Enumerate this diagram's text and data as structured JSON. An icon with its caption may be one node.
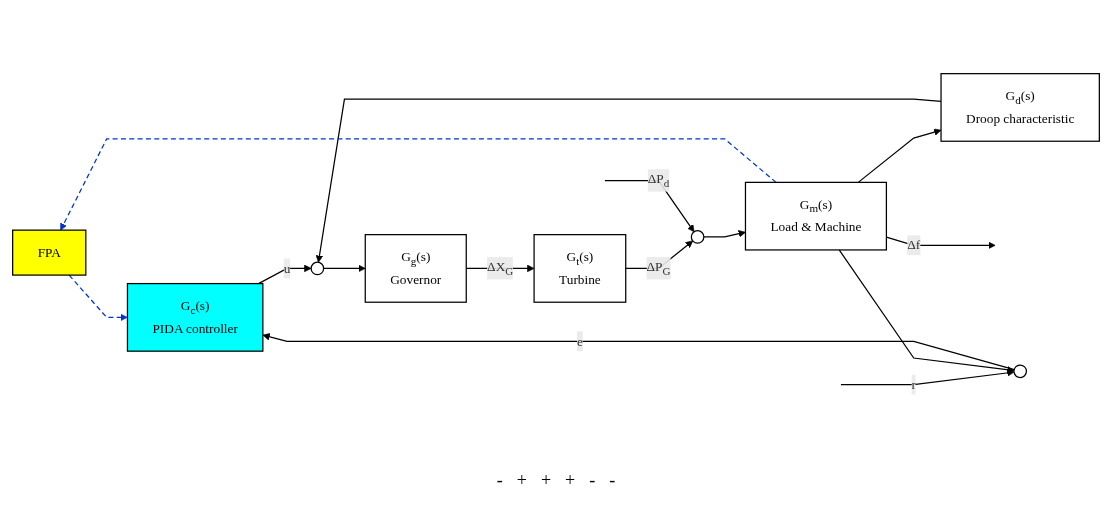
{
  "diagram": {
    "nodes": [
      {
        "text": [
          "FPA"
        ]
      },
      {
        "text": [],
        "shape": "circle"
      },
      {
        "text": [
          "G$_{c}$(s)",
          "PIDA controller"
        ]
      },
      {
        "text": [],
        "shape": "circle"
      },
      {
        "text": [
          "G$_{g}$(s)",
          "Governor"
        ]
      },
      {
        "text": [
          "G$_{t}$(s)",
          "Turbine"
        ]
      },
      {
        "text": [],
        "shape": "circle"
      },
      {
        "text": [
          "G$_{m}$(s)",
          "Load & Machine"
        ]
      },
      {
        "text": [
          "G$_{d}$(s)",
          "Droop characteristic"
        ]
      }
    ],
    "edges": [
      {
        "from": null,
        "to": 1,
        "arrow": "to",
        "label": "r"
      },
      {
        "from": 1,
        "to": 2,
        "arrow": "to",
        "label": "e"
      },
      {
        "from": 2,
        "to": 3,
        "arrow": "to",
        "label": "u"
      },
      {
        "from": 3,
        "to": 4,
        "arrow": "to"
      },
      {
        "from": 4,
        "to": 5,
        "arrow": "to",
        "label": "ΔX$_{G}$"
      },
      {
        "from": 5,
        "to": 6,
        "arrow": "to",
        "label": "ΔP$_{G}$"
      },
      {
        "from": null,
        "to": 6,
        "arrow": "to",
        "label": "ΔP$_{d}$"
      },
      {
        "from": 6,
        "to": 7,
        "arrow": "to"
      },
      {
        "from": 7,
        "to": null,
        "arrow": "to",
        "label": "Δf"
      },
      {
        "from": 7,
        "to": 8,
        "arrow": "to"
      },
      {
        "from": 8,
        "to": 3,
        "arrow": "to"
      },
      {
        "from": 7,
        "to": 1,
        "arrow": "to"
      },
      {
        "from": 7,
        "to": 0,
        "arrow": "to",
        "style": "dashed",
        "color": "#0033cc"
      },
      {
        "from": 0,
        "to": 2,
        "arrow": "to",
        "style": "dashed",
        "color": "#0033cc"
      }
    ],
    "labels": [
      "-",
      "+",
      "+",
      "+",
      "-",
      "-"
    ]
  }
}
